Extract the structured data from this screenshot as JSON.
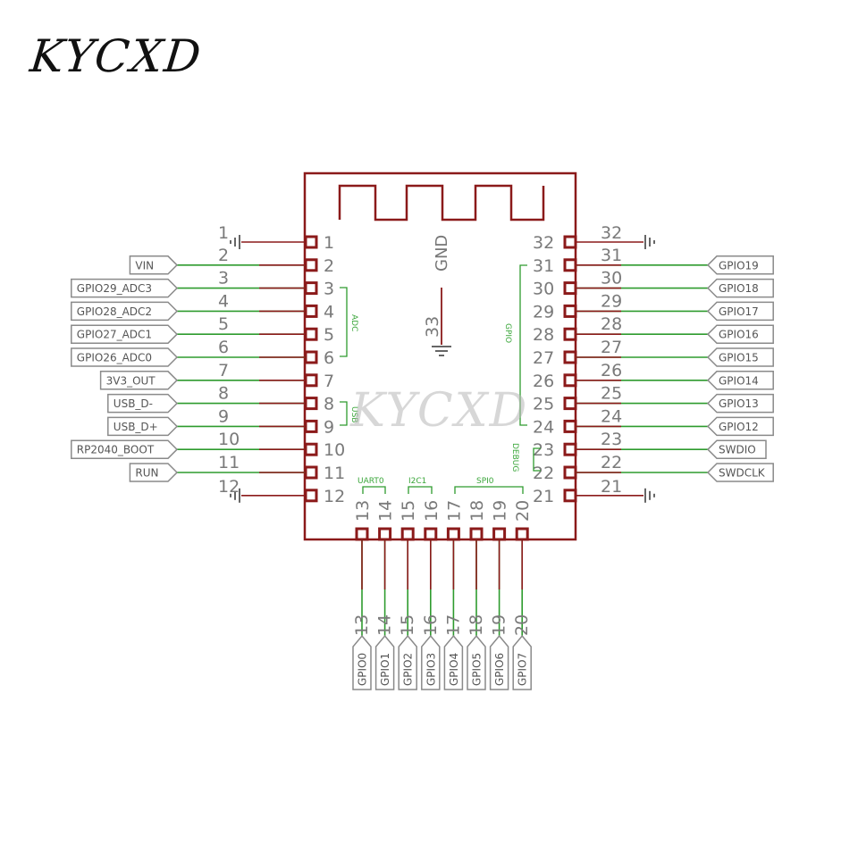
{
  "logo": "KYCXD",
  "watermark": "KYCXD",
  "gnd_label": "GND",
  "center_pin": "33",
  "groups": {
    "adc": "ADC",
    "gpio": "GPIO",
    "usb": "USB",
    "debug": "DEBUG",
    "uart0": "UART0",
    "i2c1": "I2C1",
    "spi0": "SPI0"
  },
  "left_pins": [
    {
      "pin": "1",
      "net": "1",
      "signal": "",
      "ground": true
    },
    {
      "pin": "2",
      "net": "2",
      "signal": "VIN",
      "ground": false
    },
    {
      "pin": "3",
      "net": "3",
      "signal": "GPIO29_ADC3",
      "ground": false
    },
    {
      "pin": "4",
      "net": "4",
      "signal": "GPIO28_ADC2",
      "ground": false
    },
    {
      "pin": "5",
      "net": "5",
      "signal": "GPIO27_ADC1",
      "ground": false
    },
    {
      "pin": "6",
      "net": "6",
      "signal": "GPIO26_ADC0",
      "ground": false
    },
    {
      "pin": "7",
      "net": "7",
      "signal": "3V3_OUT",
      "ground": false
    },
    {
      "pin": "8",
      "net": "8",
      "signal": "USB_D-",
      "ground": false
    },
    {
      "pin": "9",
      "net": "9",
      "signal": "USB_D+",
      "ground": false
    },
    {
      "pin": "10",
      "net": "10",
      "signal": "RP2040_BOOT",
      "ground": false
    },
    {
      "pin": "11",
      "net": "11",
      "signal": "RUN",
      "ground": false
    },
    {
      "pin": "12",
      "net": "12",
      "signal": "",
      "ground": true
    }
  ],
  "right_pins": [
    {
      "pin": "32",
      "net": "32",
      "signal": "",
      "ground": true
    },
    {
      "pin": "31",
      "net": "31",
      "signal": "GPIO19",
      "ground": false
    },
    {
      "pin": "30",
      "net": "30",
      "signal": "GPIO18",
      "ground": false
    },
    {
      "pin": "29",
      "net": "29",
      "signal": "GPIO17",
      "ground": false
    },
    {
      "pin": "28",
      "net": "28",
      "signal": "GPIO16",
      "ground": false
    },
    {
      "pin": "27",
      "net": "27",
      "signal": "GPIO15",
      "ground": false
    },
    {
      "pin": "26",
      "net": "26",
      "signal": "GPIO14",
      "ground": false
    },
    {
      "pin": "25",
      "net": "25",
      "signal": "GPIO13",
      "ground": false
    },
    {
      "pin": "24",
      "net": "24",
      "signal": "GPIO12",
      "ground": false
    },
    {
      "pin": "23",
      "net": "23",
      "signal": "SWDIO",
      "ground": false
    },
    {
      "pin": "22",
      "net": "22",
      "signal": "SWDCLK",
      "ground": false
    },
    {
      "pin": "21",
      "net": "21",
      "signal": "",
      "ground": true
    }
  ],
  "bottom_pins": [
    {
      "pin": "13",
      "net": "13",
      "signal": "GPIO0"
    },
    {
      "pin": "14",
      "net": "14",
      "signal": "GPIO1"
    },
    {
      "pin": "15",
      "net": "15",
      "signal": "GPIO2"
    },
    {
      "pin": "16",
      "net": "16",
      "signal": "GPIO3"
    },
    {
      "pin": "17",
      "net": "17",
      "signal": "GPIO4"
    },
    {
      "pin": "18",
      "net": "18",
      "signal": "GPIO5"
    },
    {
      "pin": "19",
      "net": "19",
      "signal": "GPIO6"
    },
    {
      "pin": "20",
      "net": "20",
      "signal": "GPIO7"
    }
  ],
  "colors": {
    "outline": "#8b1a1a",
    "net": "#2e9b2e",
    "tag_border": "#8a8a8a",
    "pin_text": "#7a7a7a"
  }
}
